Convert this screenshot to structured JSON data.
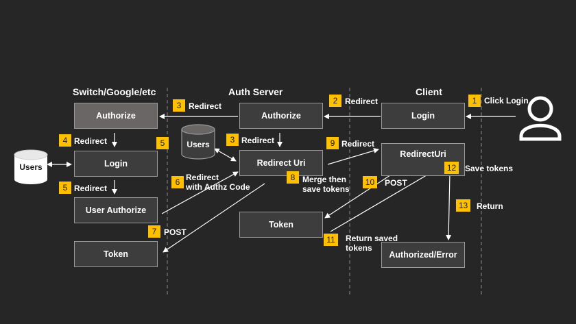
{
  "headers": {
    "switch": "Switch/Google/etc",
    "auth_server": "Auth Server",
    "client": "Client"
  },
  "boxes": {
    "authorize_left": "Authorize",
    "login_left": "Login",
    "user_authorize": "User Authorize",
    "token_left": "Token",
    "authorize_auth": "Authorize",
    "redirect_uri_auth": "Redirect Uri",
    "token_auth": "Token",
    "login_client": "Login",
    "redirect_uri_client": "RedirectUri",
    "authorized_error": "Authorized/Error"
  },
  "databases": {
    "users_left": "Users",
    "users_auth": "Users"
  },
  "steps": [
    {
      "num": "1",
      "label": "Click Login"
    },
    {
      "num": "2",
      "label": "Redirect"
    },
    {
      "num": "3",
      "label": "Redirect"
    },
    {
      "num": "3",
      "label": "Redirect"
    },
    {
      "num": "4",
      "label": "Redirect"
    },
    {
      "num": "5",
      "label": ""
    },
    {
      "num": "5",
      "label": "Redirect"
    },
    {
      "num": "6",
      "label": "Redirect\nwith Authz Code"
    },
    {
      "num": "7",
      "label": "POST"
    },
    {
      "num": "8",
      "label": "Merge then\nsave tokens"
    },
    {
      "num": "9",
      "label": "Redirect"
    },
    {
      "num": "10",
      "label": "POST"
    },
    {
      "num": "11",
      "label": "Return saved\ntokens"
    },
    {
      "num": "12",
      "label": "Save tokens"
    },
    {
      "num": "13",
      "label": "Return"
    }
  ],
  "colors": {
    "background": "#262626",
    "box": "#3d3d3d",
    "box_highlight": "#6a6666",
    "badge": "#ffc000",
    "line": "#ffffff"
  },
  "icons": [
    "user-icon",
    "database-icon"
  ]
}
